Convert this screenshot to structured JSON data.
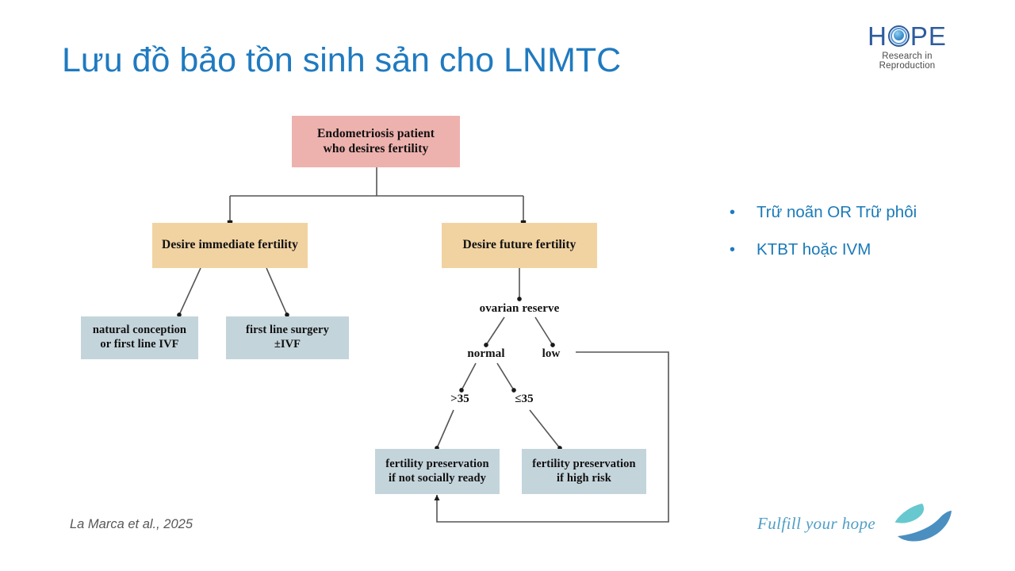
{
  "slide": {
    "title": "Lưu đồ bảo tồn sinh sản cho LNMTC",
    "citation": "La Marca et al., 2025",
    "title_color": "#1f7ac0"
  },
  "brand": {
    "logo_letters_left": "H",
    "logo_letters_right": "PE",
    "logo_tagline": "Research in Reproduction",
    "footer_tagline": "Fulfill your hope",
    "logo_blue": "#2d5c9e",
    "petal_teal": "#67c8cf",
    "petal_blue": "#4a8fc0"
  },
  "flowchart": {
    "type": "decision-tree",
    "colors": {
      "root": "#eeb2ae",
      "branch": "#f1d3a2",
      "leaf": "#c4d4db",
      "connector": "#555555"
    },
    "nodes": [
      {
        "id": "root",
        "label": "Endometriosis patient\nwho desires fertility",
        "style": "pink"
      },
      {
        "id": "immediate",
        "label": "Desire immediate fertility",
        "style": "orange"
      },
      {
        "id": "future",
        "label": "Desire future fertility",
        "style": "orange"
      },
      {
        "id": "natural",
        "label": "natural conception\nor first line IVF",
        "style": "gray"
      },
      {
        "id": "surgery",
        "label": "first line surgery\n±IVF",
        "style": "gray"
      },
      {
        "id": "reserve",
        "label": "ovarian reserve",
        "style": "plain"
      },
      {
        "id": "normal",
        "label": "normal",
        "style": "plain"
      },
      {
        "id": "low",
        "label": "low",
        "style": "plain"
      },
      {
        "id": "over35",
        "label": ">35",
        "style": "plain"
      },
      {
        "id": "under35",
        "label": "≤35",
        "style": "plain"
      },
      {
        "id": "fp-social",
        "label": "fertility preservation\nif not socially ready",
        "style": "gray"
      },
      {
        "id": "fp-highrisk",
        "label": "fertility preservation\nif high risk",
        "style": "gray"
      }
    ],
    "edges": [
      {
        "from": "root",
        "to": "immediate"
      },
      {
        "from": "root",
        "to": "future"
      },
      {
        "from": "immediate",
        "to": "natural"
      },
      {
        "from": "immediate",
        "to": "surgery"
      },
      {
        "from": "future",
        "to": "reserve"
      },
      {
        "from": "reserve",
        "to": "normal"
      },
      {
        "from": "reserve",
        "to": "low"
      },
      {
        "from": "normal",
        "to": "over35"
      },
      {
        "from": "normal",
        "to": "under35"
      },
      {
        "from": "over35",
        "to": "fp-social"
      },
      {
        "from": "under35",
        "to": "fp-highrisk"
      },
      {
        "from": "low",
        "to": "fp-social"
      }
    ]
  },
  "bullets": [
    {
      "marker": "•",
      "text": "Trữ noãn OR Trữ phôi"
    },
    {
      "marker": "•",
      "text": "KTBT hoặc IVM"
    }
  ]
}
